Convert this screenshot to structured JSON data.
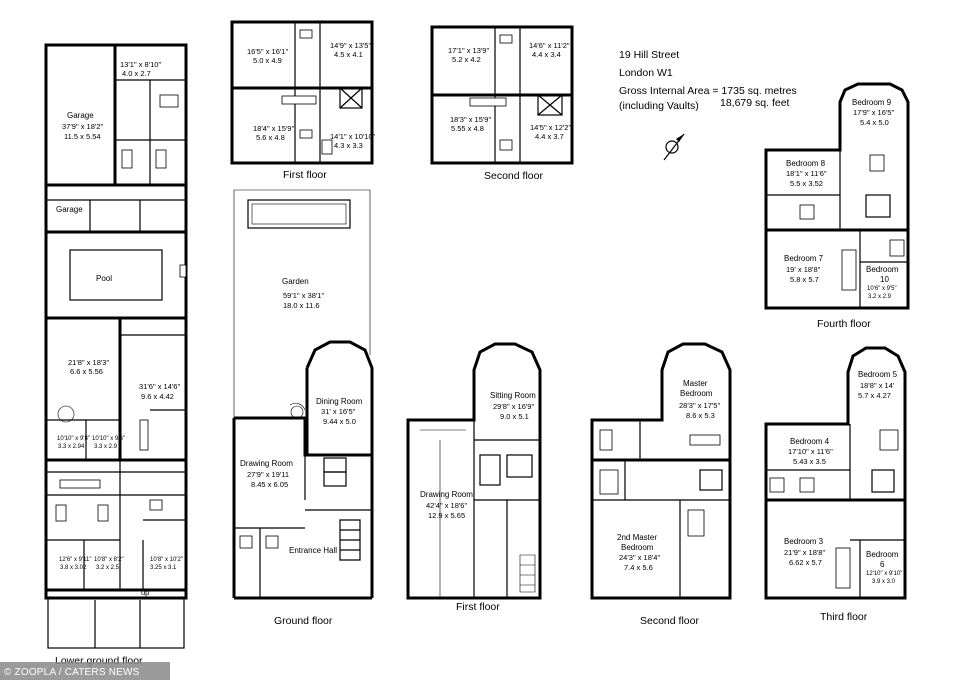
{
  "info": {
    "address1": "19 Hill Street",
    "address2": "London W1",
    "area_line1": "Gross Internal Area = 1735 sq. metres",
    "area_line2a": "(including Vaults)",
    "area_line2b": "18,679 sq. feet"
  },
  "floors": {
    "lower_ground": "Lower ground floor",
    "ground": "Ground floor",
    "first_a": "First floor",
    "first_b": "First floor",
    "second_a": "Second floor",
    "second_b": "Second floor",
    "third": "Third floor",
    "fourth": "Fourth floor"
  },
  "rooms": {
    "garage_name": "Garage",
    "garage_imp": "37'9\" x 18'2\"",
    "garage_met": "11.5 x 5.54",
    "lg_top_imp": "13'1\" x 8'10\"",
    "lg_top_met": "4.0 x 2.7",
    "garage2_name": "Garage",
    "pool_name": "Pool",
    "lg_r1_imp": "21'8\" x 18'3\"",
    "lg_r1_met": "6.6 x 5.56",
    "lg_r2_imp": "31'6\" x 14'6\"",
    "lg_r2_met": "9.6 x 4.42",
    "lg_r3_imp": "10'10\" x 9'8\"",
    "lg_r3_met": "3.3 x 2.94",
    "lg_r4_imp": "10'10\" x 9'6\"",
    "lg_r4_met": "3.3 x 2.9",
    "lg_r5_imp": "12'6\" x 9'11\"",
    "lg_r5_met": "3.8 x 3.02",
    "lg_r6_imp": "10'8\" x 8'2\"",
    "lg_r6_met": "3.2 x 2.5",
    "lg_r7_imp": "10'8\" x 10'2\"",
    "lg_r7_met": "3.25 x 3.1",
    "up_label": "up",
    "ff1_imp": "16'5\" x 16'1\"",
    "ff1_met": "5.0 x 4.9",
    "ff2_imp": "14'9\" x 13'5\"",
    "ff2_met": "4.5 x 4.1",
    "ff3_imp": "18'4\" x 15'9\"",
    "ff3_met": "5.6 x 4.8",
    "ff4_imp": "14'1\" x 10'10\"",
    "ff4_met": "4.3 x 3.3",
    "sf1_imp": "17'1\" x 13'9\"",
    "sf1_met": "5.2 x 4.2",
    "sf2_imp": "14'6\" x 11'2\"",
    "sf2_met": "4.4 x 3.4",
    "sf3_imp": "18'3\" x 15'9\"",
    "sf3_met": "5.55 x 4.8",
    "sf4_imp": "14'5\" x 12'2\"",
    "sf4_met": "4.4 x 3.7",
    "garden_name": "Garden",
    "garden_imp": "59'1\" x 38'1\"",
    "garden_met": "18.0 x 11.6",
    "dining_name": "Dining Room",
    "dining_imp": "31' x 16'5\"",
    "dining_met": "9.44 x 5.0",
    "drawing_name": "Drawing Room",
    "drawing_imp": "27'9\" x 19'11",
    "drawing_met": "8.45 x 6.05",
    "entrance_name": "Entrance Hall",
    "sitting_name": "Sitting Room",
    "sitting_imp": "29'8\" x 16'9\"",
    "sitting_met": "9.0 x 5.1",
    "drawing2_name": "Drawing Room",
    "drawing2_imp": "42'4\" x 18'6\"",
    "drawing2_met": "12.9 x 5.65",
    "master_name1": "Master",
    "master_name2": "Bedroom",
    "master_imp": "28'3\" x 17'5\"",
    "master_met": "8.6 x 5.3",
    "master2_name1": "2nd Master",
    "master2_name2": "Bedroom",
    "master2_imp": "24'3\" x 18'4\"",
    "master2_met": "7.4 x 5.6",
    "bed5_name": "Bedroom 5",
    "bed5_imp": "18'8\" x 14'",
    "bed5_met": "5.7 x 4.27",
    "bed4_name": "Bedroom 4",
    "bed4_imp": "17'10\" x 11'6\"",
    "bed4_met": "5.43 x 3.5",
    "bed3_name": "Bedroom 3",
    "bed3_imp": "21'9\" x 18'8\"",
    "bed3_met": "6.62 x 5.7",
    "bed6_name": "Bedroom",
    "bed6_num": "6",
    "bed6_imp": "12'10\" x 9'10\"",
    "bed6_met": "3.9 x 3.0",
    "bed9_name": "Bedroom 9",
    "bed9_imp": "17'9\" x 16'5\"",
    "bed9_met": "5.4 x 5.0",
    "bed8_name": "Bedroom 8",
    "bed8_imp": "18'1\" x 11'6\"",
    "bed8_met": "5.5 x 3.52",
    "bed7_name": "Bedroom 7",
    "bed7_imp": "19' x 18'8\"",
    "bed7_met": "5.8 x 5.7",
    "bed10_name": "Bedroom",
    "bed10_num": "10",
    "bed10_imp": "10'6\" x 9'5\"",
    "bed10_met": "3.2 x 2.9"
  },
  "watermark": "© ZOOPLA / CATERS NEWS"
}
